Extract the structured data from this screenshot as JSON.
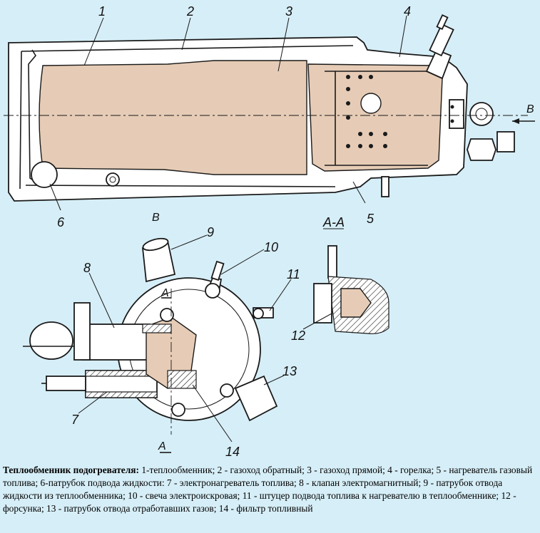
{
  "figure": {
    "labels": {
      "n1": "1",
      "n2": "2",
      "n3": "3",
      "n4": "4",
      "n5": "5",
      "n6": "6",
      "n7": "7",
      "n8": "8",
      "n9": "9",
      "n10": "10",
      "n11": "11",
      "n12": "12",
      "n13": "13",
      "n14": "14",
      "view_b_top": "В",
      "arrow_b_right": "В",
      "section_aa": "А-А",
      "cut_a_top": "А",
      "cut_a_bottom": "А"
    }
  },
  "caption": {
    "title": "Теплообменник подогревателя:",
    "text": " 1-теплообменник; 2 - газоход обратный; 3 - газоход прямой; 4 - горелка; 5 - нагреватель газовый топлива; 6-патрубок подвода жидкости: 7 - электронагреватель топлива; 8 - клапан электромагнитный; 9 - патрубок отвода жидкости из теплообменника; 10 - свеча электроискровая; 11 - штуцер подвода топлива к нагревателю в теплообменнике; 12 - форсунка; 13 - патрубок отвода отработавших газов; 14 - фильтр топливный"
  }
}
